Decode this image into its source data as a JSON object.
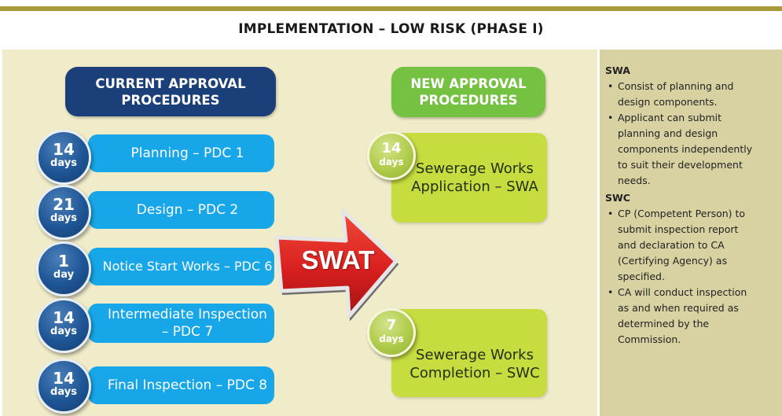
{
  "title": "IMPLEMENTATION – LOW RISK (PHASE I)",
  "current": {
    "header_line1": "CURRENT APPROVAL",
    "header_line2": "PROCEDURES",
    "steps": [
      {
        "days": "14",
        "unit": "days",
        "label_line1": "Planning – PDC 1",
        "label_line2": ""
      },
      {
        "days": "21",
        "unit": "days",
        "label_line1": "Design – PDC 2",
        "label_line2": ""
      },
      {
        "days": "1",
        "unit": "day",
        "label_line1": "Notice Start Works – PDC 6",
        "label_line2": ""
      },
      {
        "days": "14",
        "unit": "days",
        "label_line1": "Intermediate Inspection",
        "label_line2": "– PDC 7"
      },
      {
        "days": "14",
        "unit": "days",
        "label_line1": "Final Inspection – PDC 8",
        "label_line2": ""
      }
    ]
  },
  "arrow_label": "SWAT",
  "new": {
    "header_line1": "NEW APPROVAL",
    "header_line2": "PROCEDURES",
    "steps": [
      {
        "days": "14",
        "unit": "days",
        "label_line1": "Sewerage Works",
        "label_line2": "Application – SWA"
      },
      {
        "days": "7",
        "unit": "days",
        "label_line1": "Sewerage Works",
        "label_line2": "Completion – SWC"
      }
    ]
  },
  "side": {
    "sections": [
      {
        "heading": "SWA",
        "bullets": [
          [
            "Consist of planning and",
            "design components."
          ],
          [
            "Applicant can submit",
            "planning and design",
            "components independently",
            "to suit their development",
            "needs."
          ]
        ]
      },
      {
        "heading": "SWC",
        "bullets": [
          [
            "CP (Competent Person) to",
            "submit inspection report",
            "and declaration to CA",
            "(Certifying Agency) as",
            "specified."
          ],
          [
            "CA will conduct inspection",
            "as and when required as",
            "determined by the",
            "Commission."
          ]
        ]
      }
    ]
  },
  "colors": {
    "current_header": "#1b3f78",
    "new_header": "#75c142",
    "step_pill": "#17a6e8",
    "new_box": "#c6dc3f",
    "arrow": "#d9201f",
    "main_panel": "#f0ebc9",
    "side_panel": "#d8d2a2"
  }
}
